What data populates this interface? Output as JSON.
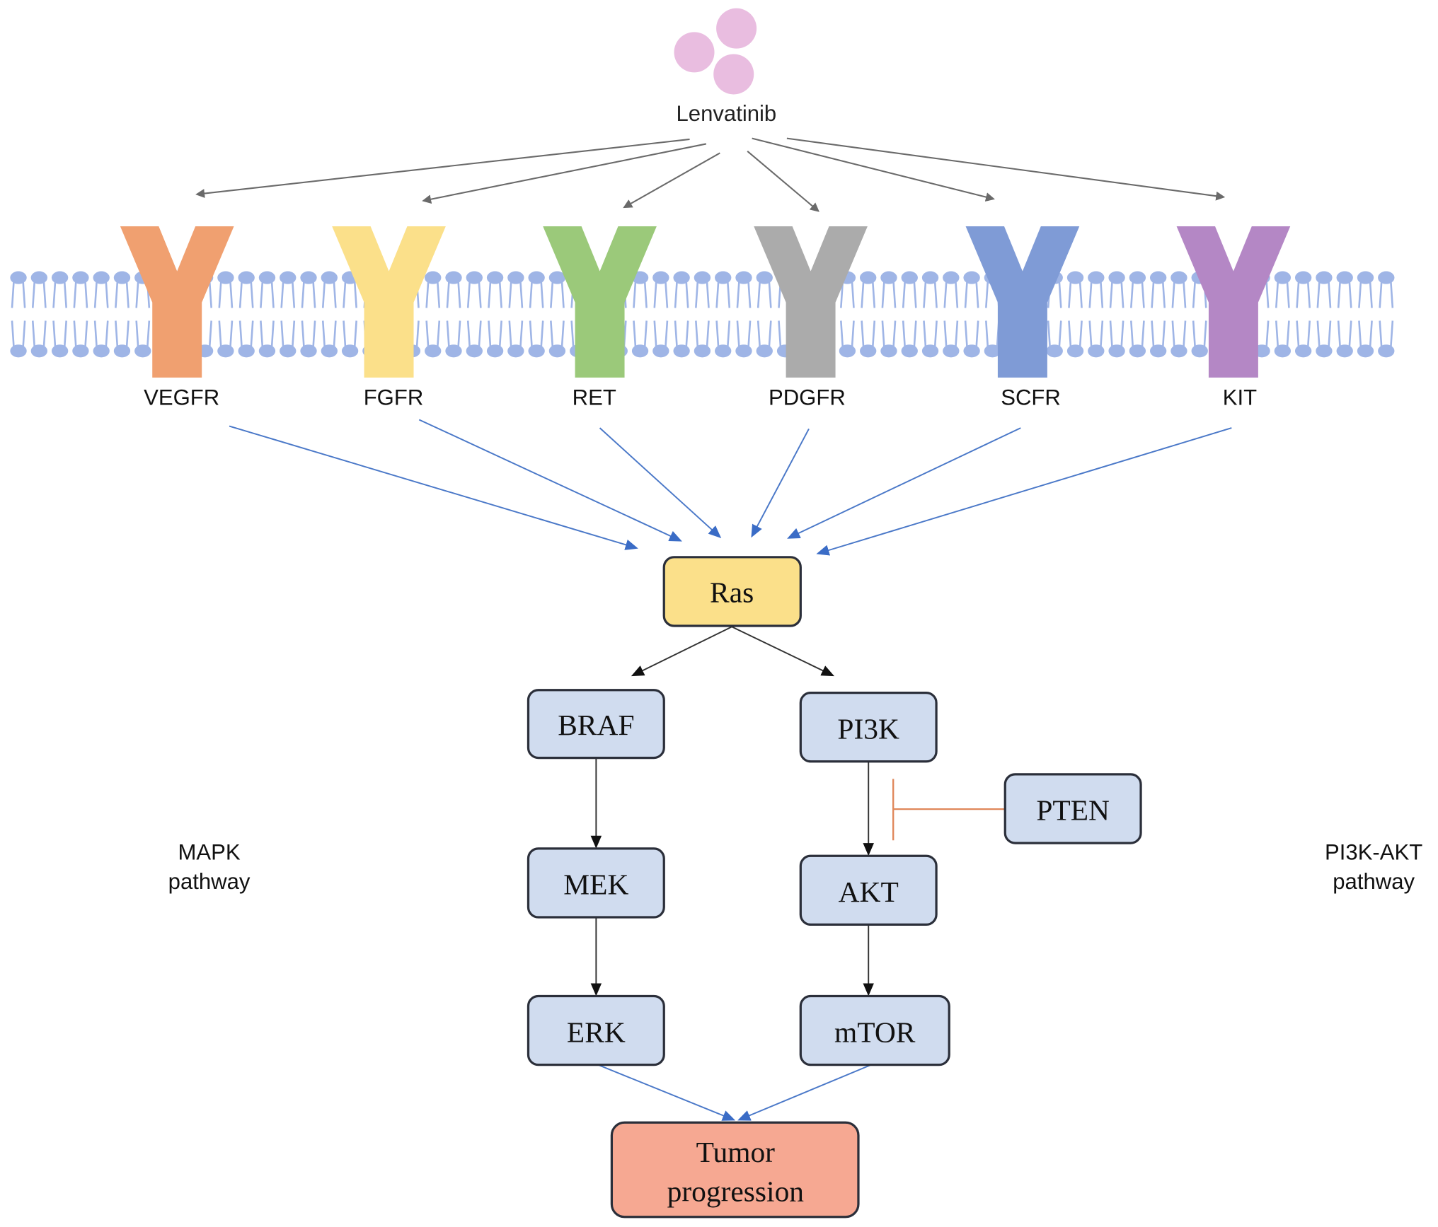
{
  "drug": {
    "label": "Lenvatinib",
    "color": "#e9bde0"
  },
  "receptors": [
    {
      "label": "VEGFR",
      "color": "#f0a070"
    },
    {
      "label": "FGFR",
      "color": "#fbe08a"
    },
    {
      "label": "RET",
      "color": "#9bc97a"
    },
    {
      "label": "PDGFR",
      "color": "#ababab"
    },
    {
      "label": "SCFR",
      "color": "#7f9bd6"
    },
    {
      "label": "KIT",
      "color": "#b487c5"
    }
  ],
  "membrane": {
    "color": "#9fb5e6"
  },
  "nodes": {
    "ras": {
      "label": "Ras",
      "color": "#fbe08a"
    },
    "braf": {
      "label": "BRAF"
    },
    "mek": {
      "label": "MEK"
    },
    "erk": {
      "label": "ERK"
    },
    "pi3k": {
      "label": "PI3K"
    },
    "akt": {
      "label": "AKT"
    },
    "mtor": {
      "label": "mTOR"
    },
    "pten": {
      "label": "PTEN"
    },
    "tumor": {
      "label_line1": "Tumor",
      "label_line2": "progression",
      "color": "#f6a892"
    }
  },
  "pathway_labels": {
    "mapk": {
      "line1": "MAPK",
      "line2": "pathway"
    },
    "pi3k_akt": {
      "line1": "PI3K-AKT",
      "line2": "pathway"
    }
  },
  "colors": {
    "node_fill": "#d0dcef",
    "arrow_gray": "#707070",
    "arrow_blue": "#4a78c8",
    "inhibit": "#e0875a"
  }
}
